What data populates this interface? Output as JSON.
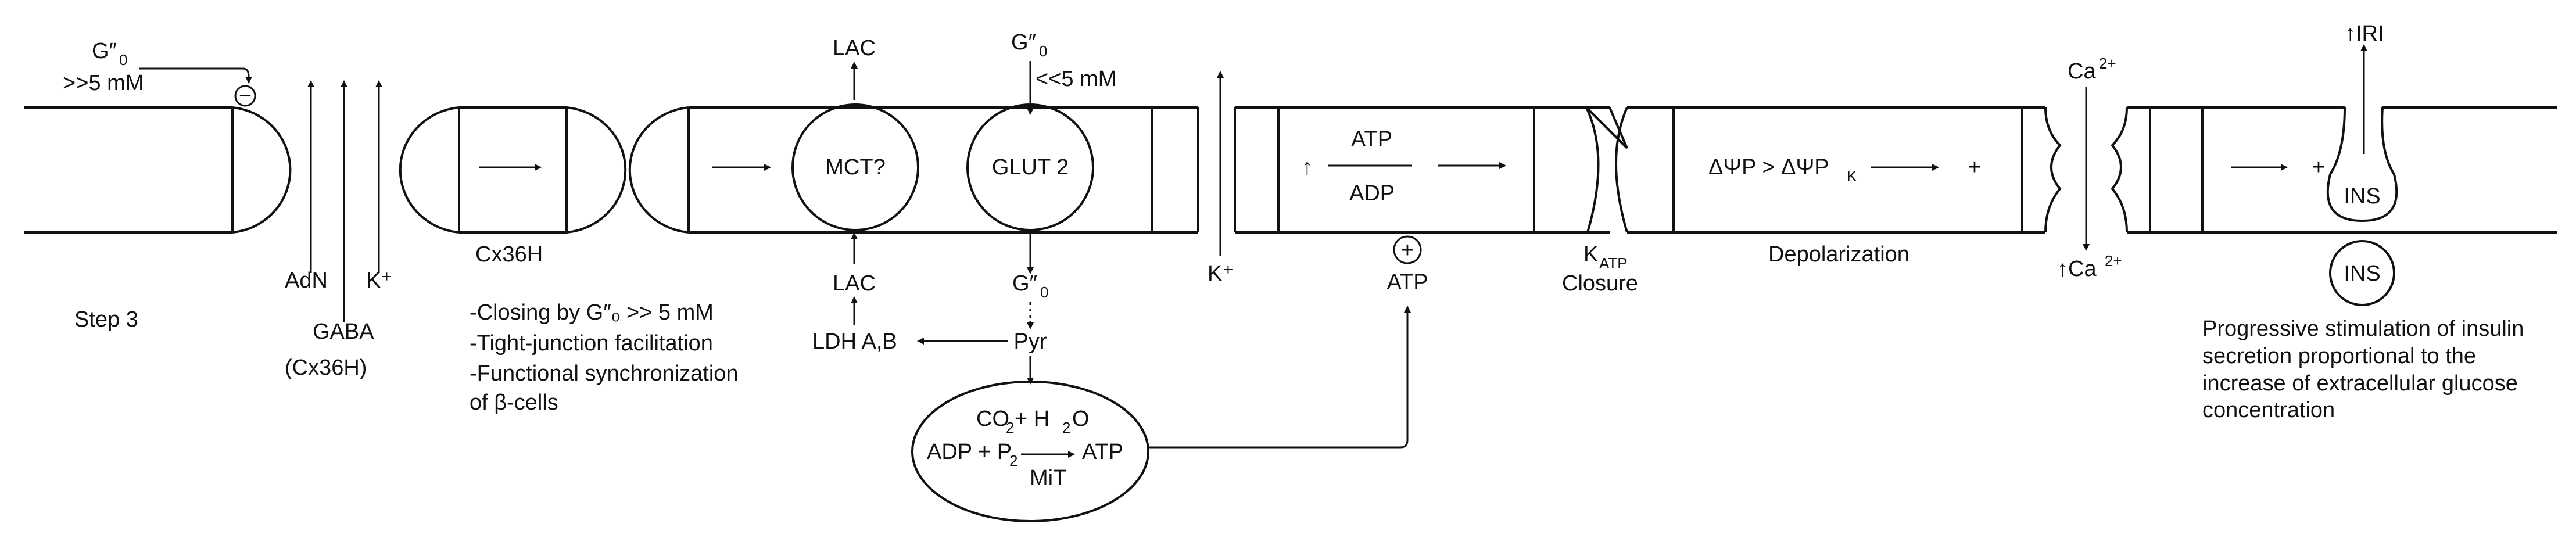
{
  "step1": {
    "g0_top": "G″",
    "g0_sub": "0",
    "conc": ">>5 mM",
    "minus": "−",
    "step": "Step 3",
    "adn": "AdN",
    "kplus": "K⁺",
    "gaba": "GABA",
    "gaba_sub": "(Cx36H)"
  },
  "connexin": {
    "label": "Cx36H",
    "notes": [
      "-Closing by G″₀ >> 5 mM",
      "-Tight-junction facilitation",
      "-Functional synchronization",
      "of β-cells"
    ]
  },
  "transport": {
    "lac_top": "LAC",
    "lac_bottom": "LAC",
    "mct": "MCT?",
    "glut": "GLUT 2",
    "g0_top": "G″",
    "g0_top_sub": "0",
    "conc": "<<5 mM",
    "g0_bottom": "G″",
    "g0_bottom_sub": "0",
    "ldh": "LDH A,B",
    "pyr": "Pyr"
  },
  "mito": {
    "co2": "CO",
    "co2_sub": "2",
    "plus_h2o": " + H",
    "h2o_sub": "2",
    "o": "O",
    "adp_p": "ADP + P",
    "p_sub": "2",
    "atp": "ATP",
    "mit": "MiT"
  },
  "energy": {
    "kplus": "K⁺",
    "up": "↑",
    "atp": "ATP",
    "adp": "ADP",
    "plus": "+",
    "atp_out": "ATP"
  },
  "katp": {
    "k": "K",
    "k_sub": "ATP",
    "closure": "Closure"
  },
  "depol": {
    "formula_main": "ΔΨP > ΔΨP",
    "formula_sub": "K",
    "plus": "+",
    "label": "Depolarization"
  },
  "calcium": {
    "ca_top": "Ca",
    "ca_top_sup": "2+",
    "ca_bottom": "↑Ca",
    "ca_bottom_sup": "2+"
  },
  "insulin": {
    "plus": "+",
    "iri": "↑IRI",
    "ins_vesicle": "INS",
    "ins_granule": "INS",
    "note": [
      "Progressive stimulation of insulin",
      "secretion proportional to the",
      "increase of extracellular glucose",
      "concentration"
    ]
  }
}
